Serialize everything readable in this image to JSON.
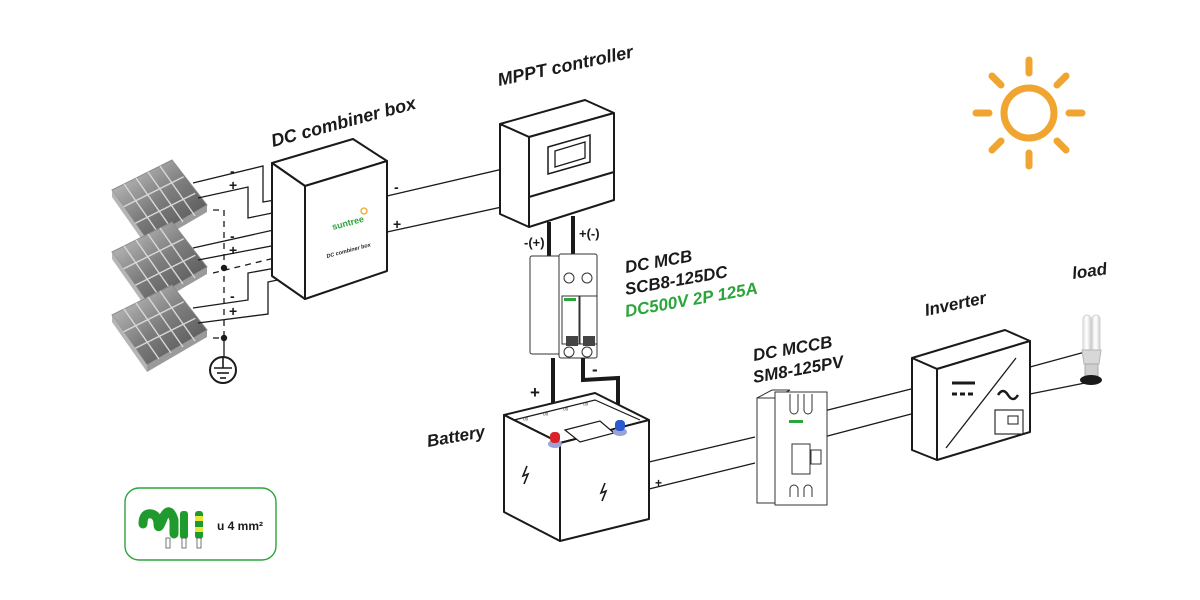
{
  "title": "Off-grid solar PV system wiring diagram",
  "labels": {
    "combiner_box": "DC combiner box",
    "mppt": "MPPT controller",
    "mcb_title": "DC MCB",
    "mcb_model": "SCB8-125DC",
    "mcb_rating": "DC500V 2P 125A",
    "mccb_title": "DC MCCB",
    "mccb_model": "SM8-125PV",
    "inverter": "Inverter",
    "load": "load",
    "battery": "Battery"
  },
  "combiner_box_face": {
    "brand": "suntree",
    "caption": "DC combiner box"
  },
  "polarity": {
    "minus": "-",
    "plus": "+",
    "mppt_left": "-(+)",
    "mppt_right": "+(-)"
  },
  "cable_legend": {
    "text": "u 4 mm²"
  },
  "colors": {
    "accent_green": "#2aa53a",
    "sun_orange": "#f0a530",
    "terminal_red": "#d9232a",
    "terminal_blue": "#2b5bd0",
    "earth_yellow": "#e8e83a"
  },
  "icons": [
    "solar-panel-icon",
    "ground-icon",
    "sun-icon",
    "battery-icon",
    "lightbulb-icon",
    "cable-icon"
  ]
}
